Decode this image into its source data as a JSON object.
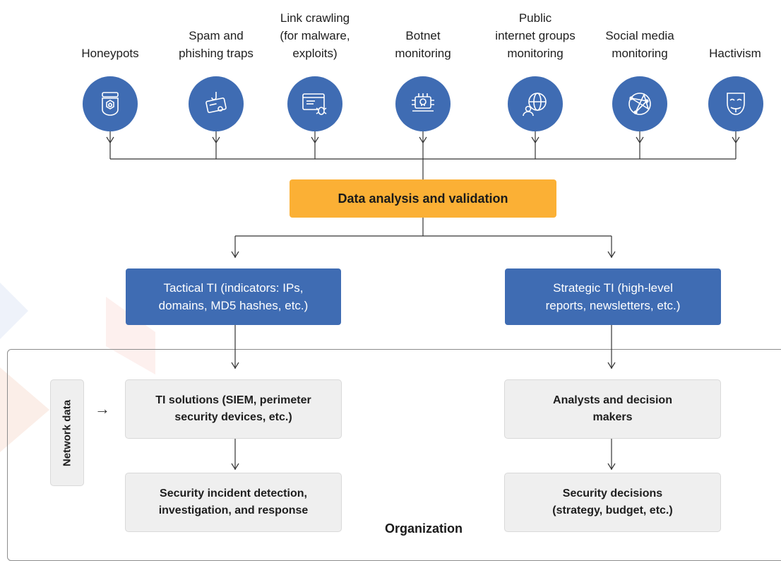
{
  "sources": [
    {
      "label": "Honeypots",
      "icon": "honeypot-icon"
    },
    {
      "label": "Spam and\nphishing traps",
      "icon": "phishing-trap-icon"
    },
    {
      "label": "Link crawling\n(for malware,\nexploits)",
      "icon": "crawler-bug-icon"
    },
    {
      "label": "Botnet\nmonitoring",
      "icon": "botnet-skull-icon"
    },
    {
      "label": "Public\ninternet groups\nmonitoring",
      "icon": "globe-people-icon"
    },
    {
      "label": "Social media\nmonitoring",
      "icon": "social-network-icon"
    },
    {
      "label": "Hactivism",
      "icon": "anonymous-mask-icon"
    }
  ],
  "analysis": {
    "label": "Data analysis and validation"
  },
  "tactical": {
    "label": "Tactical TI (indicators: IPs,\ndomains, MD5 hashes, etc.)"
  },
  "strategic": {
    "label": "Strategic TI (high-level\nreports, newsletters, etc.)"
  },
  "organization": {
    "label": "Organization",
    "network_data": "Network data",
    "ti_solutions": "TI solutions (SIEM, perimeter\nsecurity devices, etc.)",
    "incident_response": "Security incident detection,\ninvestigation, and response",
    "analysts": "Analysts and decision\nmakers",
    "decisions": "Security decisions\n(strategy, budget, etc.)"
  },
  "colors": {
    "blue": "#3f6cb3",
    "orange": "#fbb035",
    "grey": "#efefef",
    "line": "#333333"
  }
}
